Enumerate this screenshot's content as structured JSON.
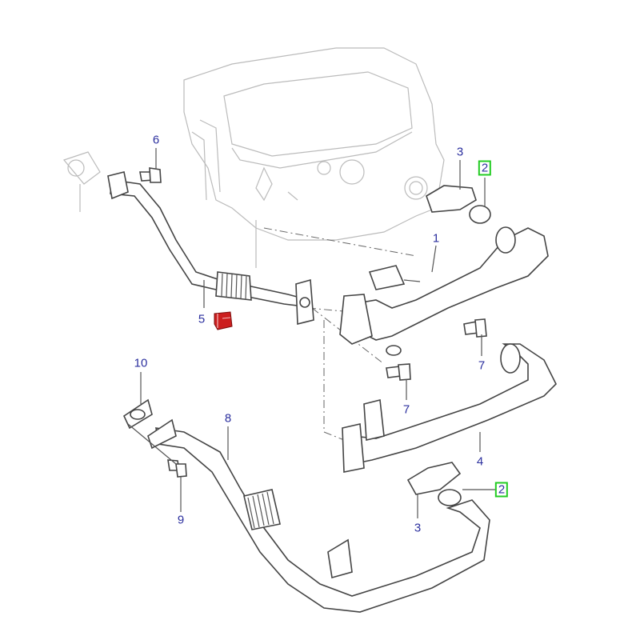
{
  "diagram": {
    "title": "EGR pipe assembly exploded parts diagram",
    "callouts": [
      {
        "id": "c6",
        "num": "6",
        "highlight": false
      },
      {
        "id": "c3a",
        "num": "3",
        "highlight": false
      },
      {
        "id": "c2a",
        "num": "2",
        "highlight": true
      },
      {
        "id": "c1",
        "num": "1",
        "highlight": false
      },
      {
        "id": "c5",
        "num": "5",
        "highlight": false
      },
      {
        "id": "c7a",
        "num": "7",
        "highlight": false
      },
      {
        "id": "c7b",
        "num": "7",
        "highlight": false
      },
      {
        "id": "c10",
        "num": "10",
        "highlight": false
      },
      {
        "id": "c8",
        "num": "8",
        "highlight": false
      },
      {
        "id": "c4",
        "num": "4",
        "highlight": false
      },
      {
        "id": "c9",
        "num": "9",
        "highlight": false
      },
      {
        "id": "c2b",
        "num": "2",
        "highlight": true
      },
      {
        "id": "c3b",
        "num": "3",
        "highlight": false
      }
    ],
    "marker": {
      "icon": "red-part-flag-icon",
      "color": "#cc1f1f"
    },
    "label_color": "#2b2f9e",
    "highlight_color": "#22cc22"
  }
}
